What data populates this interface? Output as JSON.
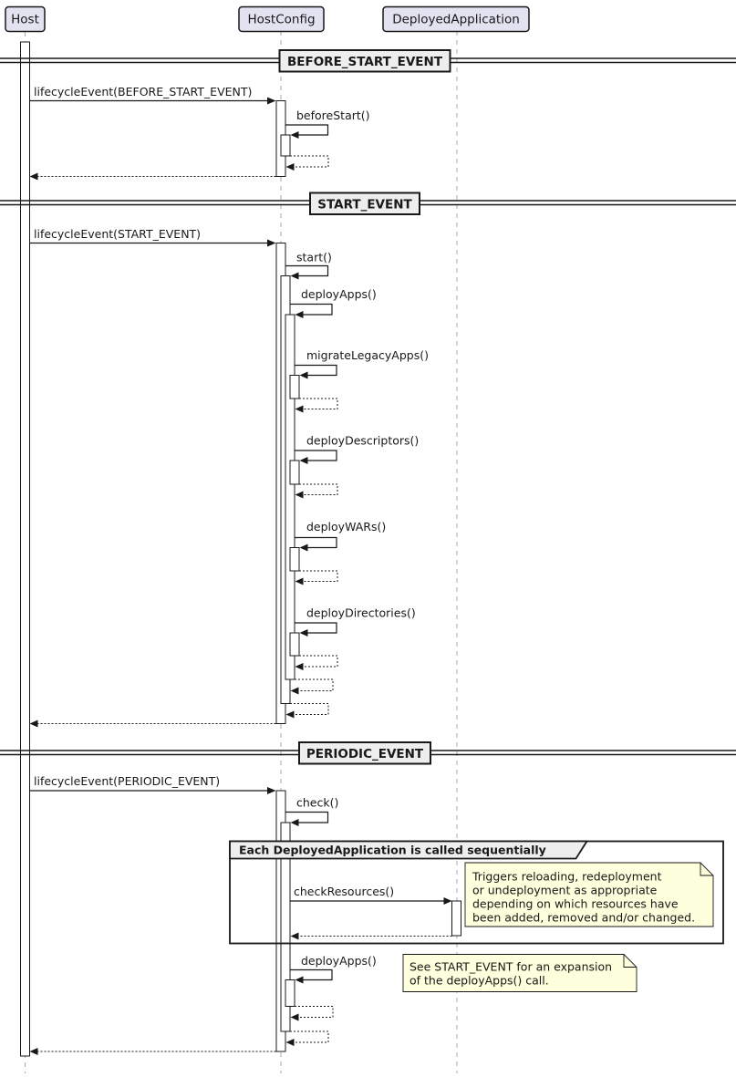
{
  "diagram": {
    "participants": [
      {
        "label": "Host"
      },
      {
        "label": "HostConfig"
      },
      {
        "label": "DeployedApplication"
      }
    ],
    "dividers": [
      {
        "label": "BEFORE_START_EVENT"
      },
      {
        "label": "START_EVENT"
      },
      {
        "label": "PERIODIC_EVENT"
      }
    ],
    "messages": {
      "lifecycle_before_start": "lifecycleEvent(BEFORE_START_EVENT)",
      "before_start": "beforeStart()",
      "lifecycle_start": "lifecycleEvent(START_EVENT)",
      "start": "start()",
      "deploy_apps": "deployApps()",
      "migrate_legacy_apps": "migrateLegacyApps()",
      "deploy_descriptors": "deployDescriptors()",
      "deploy_wars": "deployWARs()",
      "deploy_directories": "deployDirectories()",
      "lifecycle_periodic": "lifecycleEvent(PERIODIC_EVENT)",
      "check": "check()",
      "check_resources": "checkResources()",
      "deploy_apps_periodic": "deployApps()"
    },
    "group": {
      "label": "Each DeployedApplication is called sequentially"
    },
    "notes": {
      "check_resources_note": {
        "lines": [
          "Triggers reloading, redeployment",
          "or undeployment as appropriate",
          "depending on which resources have",
          "been added, removed and/or changed."
        ]
      },
      "deploy_apps_note": {
        "lines": [
          "See START_EVENT for an expansion",
          "of the deployApps() call."
        ]
      }
    },
    "colors": {
      "participant_fill": "#E2E2F0",
      "divider_fill": "#EEEEEE",
      "group_header_fill": "#EEEEEE",
      "note_fill": "#FEFFDD",
      "line": "#181818",
      "lifeline": "#A8A8A8",
      "background": "#FFFFFF"
    }
  }
}
